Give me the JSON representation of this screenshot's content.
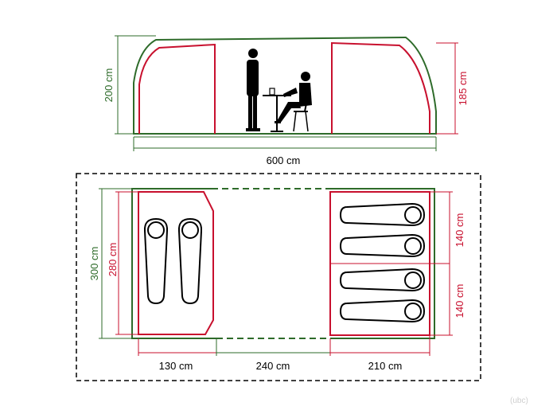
{
  "colors": {
    "outer_wall": "#2e6b2a",
    "inner_room": "#c8102e",
    "dimension_green": "#2e6b2a",
    "dimension_red": "#c8102e",
    "figure": "#000000",
    "dashed_outline": "#000000",
    "watermark": "#cfcfcf"
  },
  "side_view": {
    "height_label": "200 cm",
    "inner_height_label": "185 cm",
    "length_label": "600 cm"
  },
  "floor_plan": {
    "width_label": "300 cm",
    "inner_width_label": "280 cm",
    "room_width_top_label": "140 cm",
    "room_width_bottom_label": "140 cm",
    "left_room_label": "130 cm",
    "middle_label": "240 cm",
    "right_room_label": "210 cm",
    "left_room_sleeping_bags": 2,
    "right_room_sleeping_bags": 4
  },
  "watermark": "(ubc)"
}
